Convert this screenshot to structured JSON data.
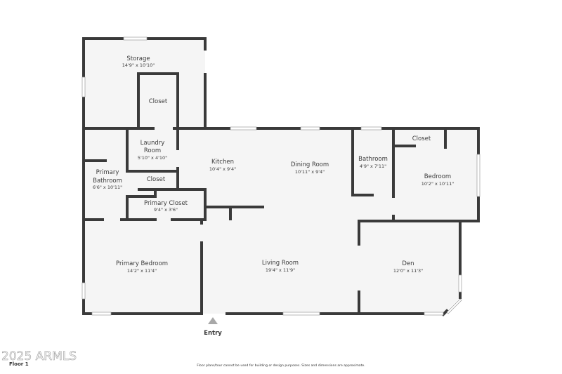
{
  "floor_label": "Floor 1",
  "watermark": "2025 ARMLS",
  "disclaimer": "Floor plans/tour cannot be used for building or design purposes. Sizes and dimensions are approximate.",
  "entry_label": "Entry",
  "colors": {
    "wall": "#3a3a3a",
    "floor": "#f5f5f5",
    "window": "#ffffff",
    "entry_marker": "#a8a8a8",
    "text": "#3a3a3a"
  },
  "rooms": {
    "storage": {
      "name": "Storage",
      "dims": "14'9\" x 10'10\""
    },
    "storage_closet": {
      "name": "Closet",
      "dims": ""
    },
    "laundry": {
      "name_line1": "Laundry",
      "name_line2": "Room",
      "dims": "5'10\" x 4'10\""
    },
    "primary_bathroom": {
      "name_line1": "Primary",
      "name_line2": "Bathroom",
      "dims": "6'6\" x 10'11\""
    },
    "small_closet": {
      "name": "Closet",
      "dims": ""
    },
    "primary_closet": {
      "name": "Primary Closet",
      "dims": "9'4\" x 3'6\""
    },
    "kitchen": {
      "name": "Kitchen",
      "dims": "10'4\" x 9'4\""
    },
    "dining_room": {
      "name": "Dining Room",
      "dims": "10'11\" x 9'4\""
    },
    "bathroom": {
      "name": "Bathroom",
      "dims": "4'9\" x 7'11\""
    },
    "bedroom_closet": {
      "name": "Closet",
      "dims": ""
    },
    "bedroom": {
      "name": "Bedroom",
      "dims": "10'2\" x 10'11\""
    },
    "primary_bedroom": {
      "name": "Primary Bedroom",
      "dims": "14'2\" x 11'4\""
    },
    "living_room": {
      "name": "Living Room",
      "dims": "19'4\" x 11'9\""
    },
    "den": {
      "name": "Den",
      "dims": "12'0\" x 11'3\""
    }
  }
}
